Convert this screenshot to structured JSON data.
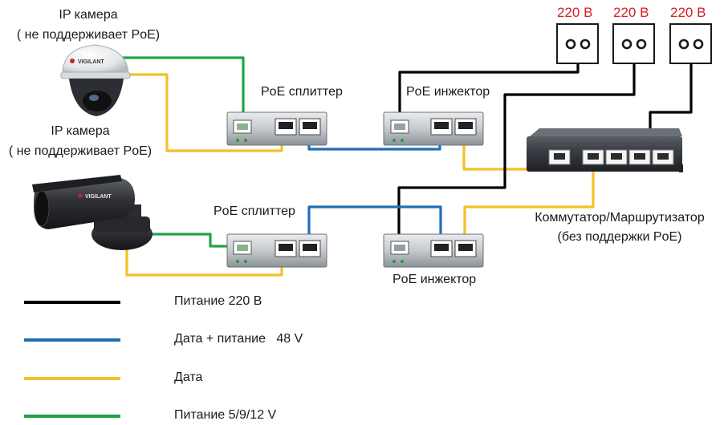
{
  "cameras": {
    "dome": {
      "title": "IP камера",
      "note": "( не поддерживает PoE)",
      "brand": "VIGILANT"
    },
    "bullet": {
      "title": "IP камера",
      "note": "( не поддерживает PoE)",
      "brand": "VIGILANT"
    }
  },
  "devices": {
    "splitter_top": "PoE сплиттер",
    "injector_top": "PoE инжектор",
    "splitter_bottom": "PoE сплиттер",
    "injector_bottom": "PoE инжектор",
    "switch_line1": "Коммутатор/Маршрутизатор",
    "switch_line2": "(без поддержки PoE)"
  },
  "outlets": [
    "220 В",
    "220 В",
    "220 В"
  ],
  "legend": [
    {
      "color": "#000000",
      "label": "Питание 220 В"
    },
    {
      "color": "#1f6fb5",
      "label": "Дата + питание   48 V"
    },
    {
      "color": "#f2c028",
      "label": "Дата"
    },
    {
      "color": "#21a34a",
      "label": "Питание 5/9/12 V"
    }
  ],
  "colors": {
    "power220": "#000000",
    "data_power": "#1f6fb5",
    "data": "#f2c028",
    "power_low": "#21a34a",
    "outlet_text": "#d21f1f"
  }
}
